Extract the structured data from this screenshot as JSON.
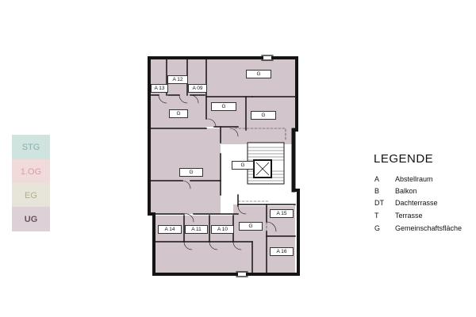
{
  "floors": [
    {
      "label": "STG",
      "bg": "#cfe3df",
      "color": "#8aaeb0"
    },
    {
      "label": "1.OG",
      "bg": "#f1dada",
      "color": "#d9a0a4"
    },
    {
      "label": "EG",
      "bg": "#e7e5d9",
      "color": "#b4ab8d"
    },
    {
      "label": "UG",
      "bg": "#ddd0d7",
      "color": "#6b5060",
      "active": true
    }
  ],
  "rooms": {
    "a13": "A 13",
    "a12": "A 12",
    "a09": "A 09",
    "g_top_right": "G",
    "g_small_left": "G",
    "g_small_right": "G",
    "g_big": "G",
    "g_core": "G",
    "g_lower_center": "G",
    "a15": "A 15",
    "a16": "A 16",
    "a14": "A 14",
    "a11": "A 11",
    "a10": "A 10"
  },
  "legend": {
    "title": "LEGENDE",
    "items": [
      {
        "key": "A",
        "label": "Abstellraum"
      },
      {
        "key": "B",
        "label": "Balkon"
      },
      {
        "key": "DT",
        "label": "Dachterrasse"
      },
      {
        "key": "T",
        "label": "Terrasse"
      },
      {
        "key": "G",
        "label": "Gemeinschaftsfläche"
      }
    ]
  },
  "colors": {
    "room_fill": "#d2c5cc",
    "wall": "#141414",
    "hall_fill": "#ffffff"
  }
}
